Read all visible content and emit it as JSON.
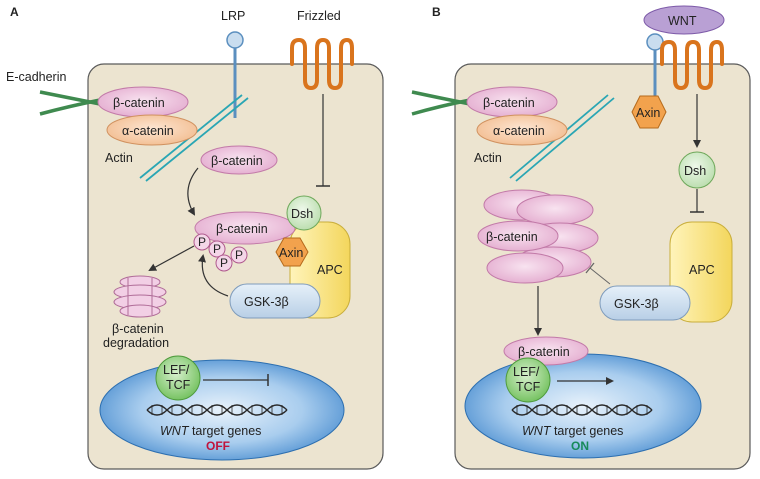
{
  "panels": {
    "a": {
      "letter": "A",
      "lrp": "LRP",
      "frizzled": "Frizzled",
      "ecadherin": "E-cadherin",
      "beta_catenin_junction": "β-catenin",
      "alpha_catenin": "α-catenin",
      "actin": "Actin",
      "beta_catenin_free": "β-catenin",
      "beta_catenin_complex": "β-catenin",
      "dsh": "Dsh",
      "axin": "Axin",
      "apc": "APC",
      "gsk": "GSK-3β",
      "p": "P",
      "degradation_line1": "β-catenin",
      "degradation_line2": "degradation",
      "lef_line1": "LEF/",
      "lef_line2": "TCF",
      "genes_italic": "WNT",
      "genes_rest": " target genes",
      "state": "OFF"
    },
    "b": {
      "letter": "B",
      "wnt": "WNT",
      "ecadherin_blank": "",
      "beta_catenin_junction": "β-catenin",
      "alpha_catenin": "α-catenin",
      "actin": "Actin",
      "axin": "Axin",
      "dsh": "Dsh",
      "apc": "APC",
      "gsk": "GSK-3β",
      "beta_catenin_stack": "β-catenin",
      "beta_catenin_nucleus": "β-catenin",
      "lef_line1": "LEF/",
      "lef_line2": "TCF",
      "genes_italic": "WNT",
      "genes_rest": " target genes",
      "state": "ON"
    }
  },
  "colors": {
    "cell_fill": "#ece4d0",
    "cell_stroke": "#5a5a5a",
    "beta_catenin": "#ecbfdc",
    "alpha_catenin": "#f6cfae",
    "axin": "#f2a24d",
    "dsh": "#cfe8c4",
    "apc": "#fbeb9a",
    "gsk": "#cfe0f0",
    "lef": "#8fcd7a",
    "nucleus": "#4a8fd0",
    "off": "#c0143c",
    "on": "#178a5a",
    "receptor": "#d9741d",
    "actin": "#2aa6b4"
  }
}
